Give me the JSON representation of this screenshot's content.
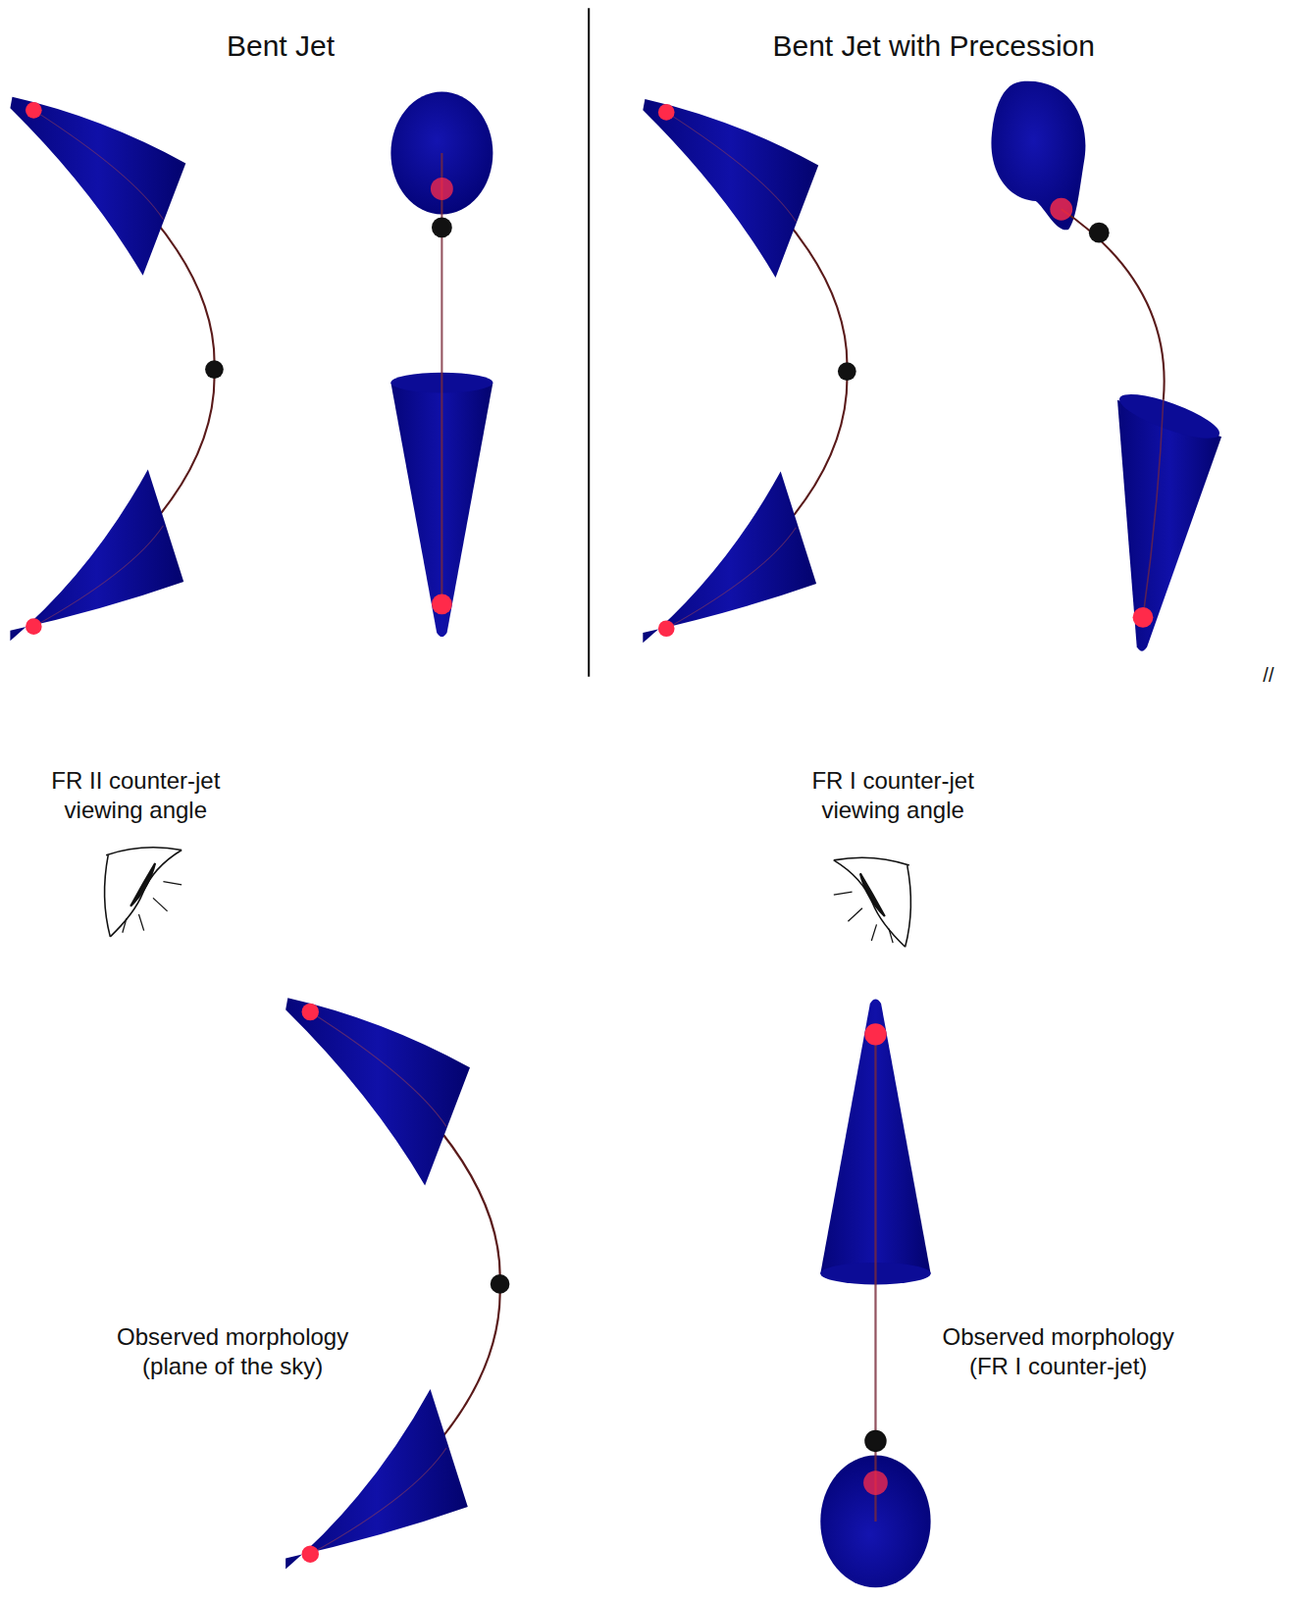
{
  "diagram": {
    "labels": [
      "Bent Jet",
      "Bent Jet with Precession",
      "//",
      "FR II counter-jet viewing angle",
      "FR I counter-jet viewing angle",
      "Observed morphology (plane of the sky)",
      "Observed morphology (FR I counter-jet)"
    ]
  }
}
